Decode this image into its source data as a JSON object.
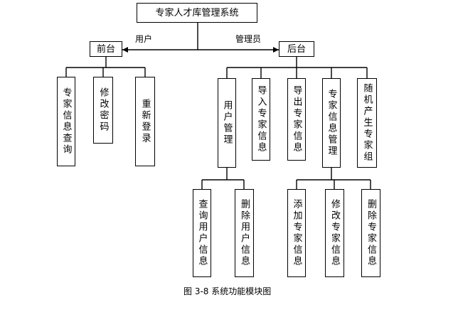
{
  "diagram": {
    "root": "专家人才库管理系统",
    "edge_labels": {
      "user": "用户",
      "admin": "管理员"
    },
    "frontend": {
      "label": "前台",
      "children": [
        "专家信息查询",
        "修改密码",
        "重新登录"
      ]
    },
    "backend": {
      "label": "后台",
      "children": [
        "用户管理",
        "导入专家信息",
        "导出专家信息",
        "专家信息管理",
        "随机产生专家组"
      ]
    },
    "user_mgmt_children": [
      "查询用户信息",
      "删除用户信息"
    ],
    "expert_mgmt_children": [
      "添加专家信息",
      "修改专家信息",
      "删除专家信息"
    ],
    "caption": "图 3-8  系统功能模块图"
  }
}
